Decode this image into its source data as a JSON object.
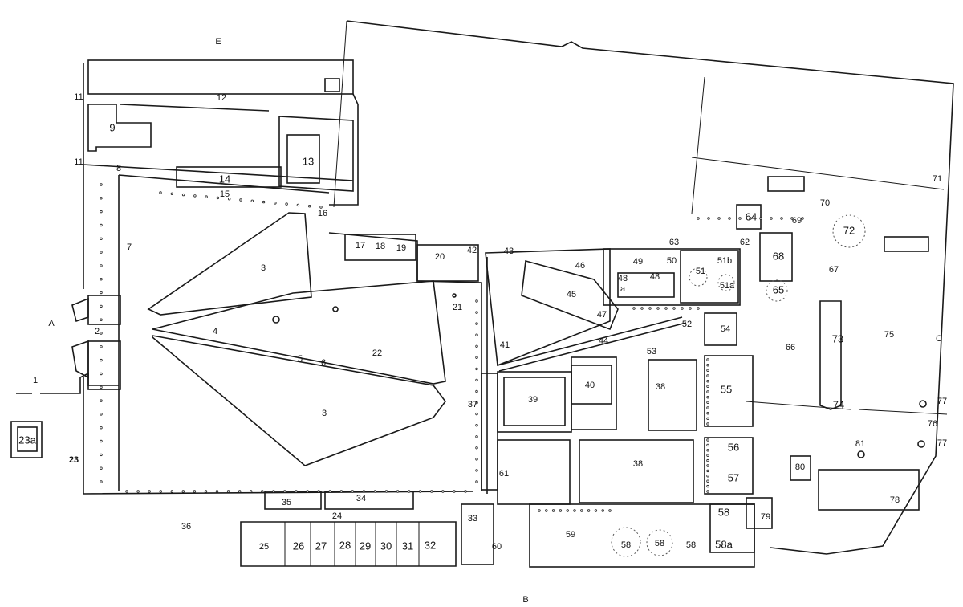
{
  "sides": {
    "a": "A",
    "b": "B",
    "c": "C",
    "e": "E"
  },
  "rooms": {
    "r1": "1",
    "r2": "2",
    "r3a": "3",
    "r3b": "3",
    "r4": "4",
    "r5": "5",
    "r6": "6",
    "r7": "7",
    "r8": "8",
    "r9": "9",
    "r11a": "11",
    "r11b": "11",
    "r12": "12",
    "r13": "13",
    "r14": "14",
    "r15": "15",
    "r16": "16",
    "r17": "17",
    "r18": "18",
    "r19": "19",
    "r20": "20",
    "r21": "21",
    "r22": "22",
    "r23": "23",
    "r23a": "23a",
    "r24": "24",
    "r25": "25",
    "r26": "26",
    "r27": "27",
    "r28": "28",
    "r29": "29",
    "r30": "30",
    "r31": "31",
    "r32": "32",
    "r33": "33",
    "r34": "34",
    "r35": "35",
    "r36": "36",
    "r37": "37",
    "r38a": "38",
    "r38b": "38",
    "r39": "39",
    "r40": "40",
    "r41": "41",
    "r42": "42",
    "r43": "43",
    "r44": "44",
    "r45": "45",
    "r46": "46",
    "r47": "47",
    "r48a": "48",
    "r48b": "48",
    "r48c": "a",
    "r49": "49",
    "r50": "50",
    "r51": "51",
    "r51a": "51a",
    "r51b": "51b",
    "r52": "52",
    "r53": "53",
    "r54": "54",
    "r55": "55",
    "r56": "56",
    "r57": "57",
    "r58a": "58",
    "r58b": "58",
    "r58c": "58",
    "r58d": "58",
    "r58e": "58a",
    "r59": "59",
    "r60": "60",
    "r61": "61",
    "r62": "62",
    "r63": "63",
    "r64": "64",
    "r65": "65",
    "r66": "66",
    "r67": "67",
    "r68": "68",
    "r69": "69",
    "r70": "70",
    "r71": "71",
    "r72": "72",
    "r73": "73",
    "r74": "74",
    "r75": "75",
    "r76": "76",
    "r77a": "77",
    "r77b": "77",
    "r78": "78",
    "r79": "79",
    "r80": "80",
    "r81": "81"
  }
}
